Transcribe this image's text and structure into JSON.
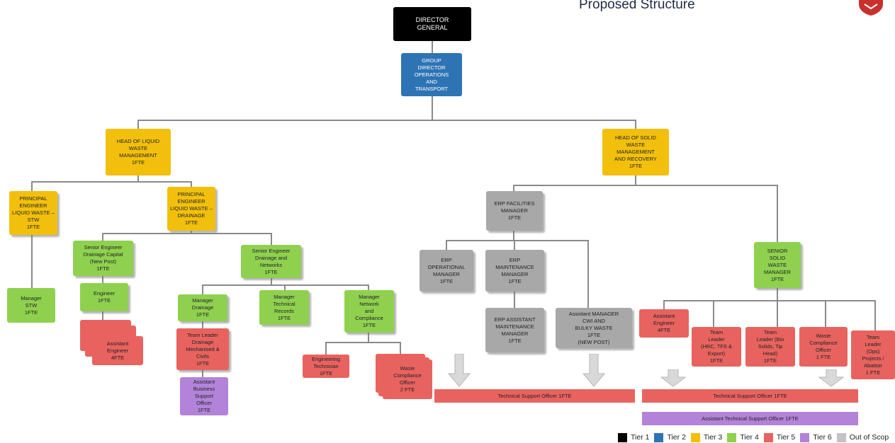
{
  "page": {
    "title": "Proposed Structure"
  },
  "nodes": {
    "director_general": "DIRECTOR\nGENERAL",
    "group_director": "GROUP\nDIRECTOR\nOPERATIONS\nAND\nTRANSPORT",
    "head_liquid": "HEAD OF LIQUID\nWASTE\nMANAGEMENT\n1FTE",
    "head_solid": "HEAD OF SOLID\nWASTE\nMANAGEMENT\nAND RECOVERY\n1FTE",
    "pe_stw": "PRINCIPAL\nENGINEER\nLIQUID WASTE –\nSTW\n1FTE",
    "pe_drainage": "PRINCIPAL\nENGINEER\nLIQUID WASTE –\nDRAINAGE\n1FTE",
    "manager_stw": "Manager\nSTW\n1FTE",
    "se_capital": "Senior Engineer\nDrainage Capital\n(New Post)\n1FTE",
    "engineer": "Engineer\n1FTE",
    "assistant_engineer": "Assistant\nEngineer\n4FTE",
    "se_networks": "Senior Engineer\nDrainage and\nNetworks\n1FTE",
    "manager_drainage": "Manager\nDrainage\n1FTE",
    "team_leader_drainage": "Team Leader\nDrainage\nMechanised &\nCivils\n1FTE",
    "asst_business": "Assistant\nBusiness\nSupport\nOfficer\n1FTE",
    "manager_technical": "Manager\nTechnical\nRecords\n1FTE",
    "manager_network": "Manager\nNetwork\nand\nCompliance\n1FTE",
    "engineering_technician": "Engineering\nTechnician\n1FTE",
    "waste_compliance_2": "Waste\nCompliance\nOfficer\n2 FTE",
    "erp_facilities": "ERP FACILITIES\nMANAGER\n1FTE",
    "erp_operational": "ERP\nOPERATIONAL\nMANAGER\n1FTE",
    "erp_maintenance": "ERP\nMAINTENANCE\nMANAGER\n1FTE",
    "erp_assistant_maint": "ERP ASSISTANT\nMAINTENANCE\nMANAGER\n1FTE",
    "asst_manager_cwi": "Assistant MANAGER\nCWI AND\nBULKY WASTE\n1FTE\n(NEW POST)",
    "senior_solid": "SENIOR\nSOLID\nWASTE\nMANAGER\n1FTE",
    "assistant_engineer_solid": "Assistant\nEngineer\n4FTE",
    "team_leader_hrc": "Team\nLeader\n(HRC, TFS &\nExport)\n1FTE",
    "team_leader_bio": "Team\nLeader (Bio\nSolids, Tip\nHead)\n1FTE",
    "waste_compliance_1": "Waste\nCompliance\nOfficer\n1 FTE",
    "team_leader_ops": "Team\nLeader\n(Ops)\nProjects /\nAbattoir\n1 FTE"
  },
  "bars": {
    "tso_left": "Technical Support Officer 1FTE",
    "tso_right": "Technical Support Officer 1FTE",
    "atso": "Assistant Technical Support Officer 1FTE"
  },
  "legend": [
    {
      "label": "Tier 1",
      "color": "#000000"
    },
    {
      "label": "Tier 2",
      "color": "#2e74b5"
    },
    {
      "label": "Tier 3",
      "color": "#f2c00c"
    },
    {
      "label": "Tier 4",
      "color": "#8fd14f"
    },
    {
      "label": "Tier 5",
      "color": "#e8635f"
    },
    {
      "label": "Tier 6",
      "color": "#b283d9"
    },
    {
      "label": "Out of Scop",
      "color": "#c3c3c3"
    }
  ]
}
